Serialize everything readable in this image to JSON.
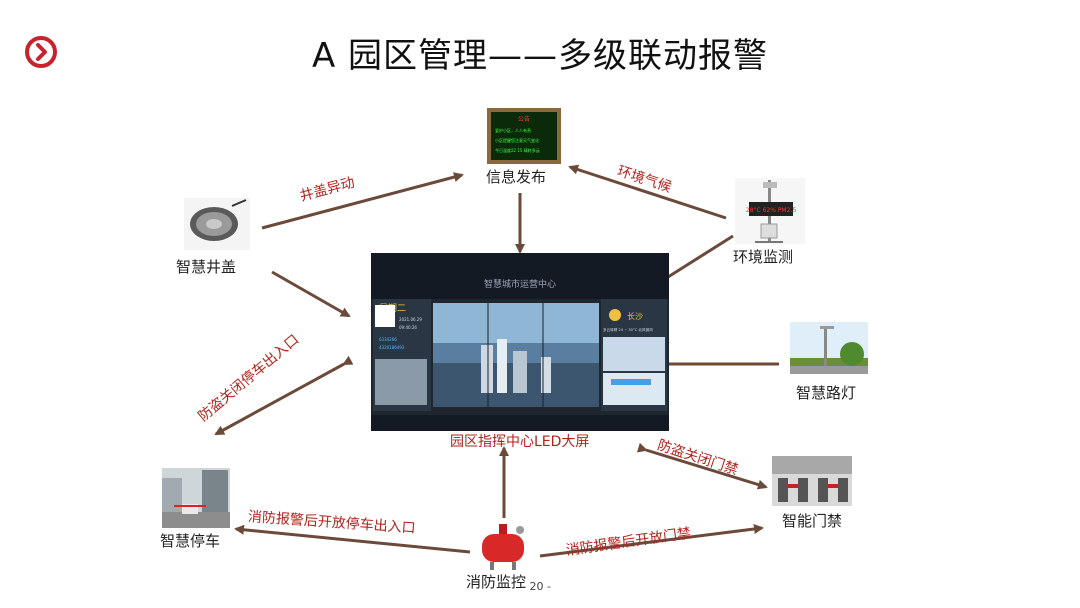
{
  "title": "A 园区管理——多级联动报警",
  "page_number": "- 20 -",
  "colors": {
    "accent": "#c8232c",
    "arrow": "#6b4a3a",
    "edge_label": "#b3231d"
  },
  "nav_icon": "chevron-right-circle-icon",
  "center": {
    "label": "园区指挥中心LED大屏"
  },
  "nodes": {
    "info_publish": {
      "label": "信息发布"
    },
    "env_monitor": {
      "label": "环境监测"
    },
    "smart_manhole": {
      "label": "智慧井盖"
    },
    "smart_streetlight": {
      "label": "智慧路灯"
    },
    "smart_parking": {
      "label": "智慧停车"
    },
    "smart_gate": {
      "label": "智能门禁"
    },
    "fire_monitor": {
      "label": "消防监控"
    }
  },
  "edges": {
    "manhole_to_info": "井盖异动",
    "env_to_info": "环境气候",
    "center_to_parking": "防盗关闭停车出入口",
    "center_to_gate": "防盗关闭门禁",
    "fire_to_parking": "消防报警后开放停车出入口",
    "fire_to_gate": "消防报警后开放门禁"
  },
  "screen_text": {
    "header": "智慧城市运营中心",
    "weekday": "星期二",
    "city": "长沙",
    "date": "2021.06.29",
    "time": "09:40:26",
    "weather": "多云转晴 24 ~ 30°C 北风微风",
    "stat1": "6334266",
    "stat2": "4320186493",
    "board_title": "公告",
    "board_line1": "爱护小区，人人有责",
    "board_line2": "小区提醒您注意天气变化",
    "board_line3": "今日温度22 15 晴转多云",
    "env_display": "28°C 62% PM2.5"
  }
}
